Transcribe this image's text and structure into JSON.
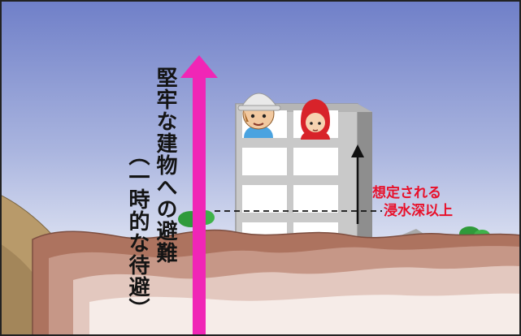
{
  "evacuation_label": {
    "title": "堅牢な建物への避難",
    "subtitle": "（一時的な待避）"
  },
  "flood_label": {
    "line1": "想定される",
    "line2": "浸水深以上"
  },
  "colors": {
    "sky_top": "#6f7fc8",
    "sky_bottom": "#f4f6fb",
    "arrow": "#f026b6",
    "label_text": "#141414",
    "flood_text": "#e8102a",
    "hill": "#b89a6a",
    "ground": "#ad735f",
    "building": "#c9c9c9"
  },
  "icons": [
    "helmet-person-icon",
    "hood-child-icon"
  ]
}
